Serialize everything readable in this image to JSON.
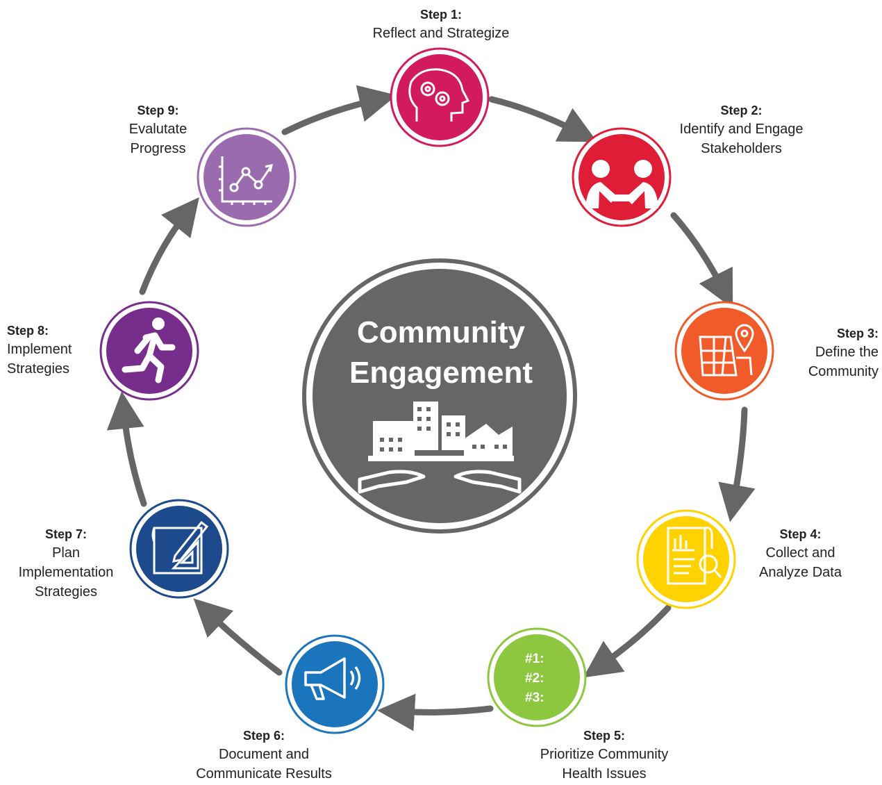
{
  "center": {
    "line1": "Community",
    "line2": "Engagement",
    "color": "#666666"
  },
  "arrow_color": "#666666",
  "steps": [
    {
      "title": "Step 1:",
      "line1": "Reflect and Strategize",
      "line2": "",
      "color": "#d11b5c",
      "icon": "gears-head-icon"
    },
    {
      "title": "Step 2:",
      "line1": "Identify and Engage",
      "line2": "Stakeholders",
      "color": "#e01d36",
      "icon": "handshake-icon"
    },
    {
      "title": "Step 3:",
      "line1": "Define the",
      "line2": "Community",
      "color": "#f15a29",
      "icon": "map-pin-icon"
    },
    {
      "title": "Step 4:",
      "line1": "Collect and",
      "line2": "Analyze Data",
      "color": "#ffd200",
      "icon": "report-magnifier-icon"
    },
    {
      "title": "Step 5:",
      "line1": "Prioritize Community",
      "line2": "Health Issues",
      "color": "#8dc63f",
      "icon": "ranked-list-icon",
      "ranks": [
        "#1:",
        "#2:",
        "#3:"
      ]
    },
    {
      "title": "Step 6:",
      "line1": "Document and",
      "line2": "Communicate Results",
      "color": "#1b75bc",
      "icon": "megaphone-icon"
    },
    {
      "title": "Step 7:",
      "line1": "Plan",
      "line2": "Implementation",
      "line3": "Strategies",
      "color": "#1d4a8c",
      "icon": "blueprint-icon"
    },
    {
      "title": "Step 8:",
      "line1": "Implement",
      "line2": "Strategies",
      "color": "#772d8b",
      "icon": "running-person-icon"
    },
    {
      "title": "Step 9:",
      "line1": "Evalutate",
      "line2": "Progress",
      "color": "#9b6bb0",
      "icon": "line-chart-icon"
    }
  ]
}
